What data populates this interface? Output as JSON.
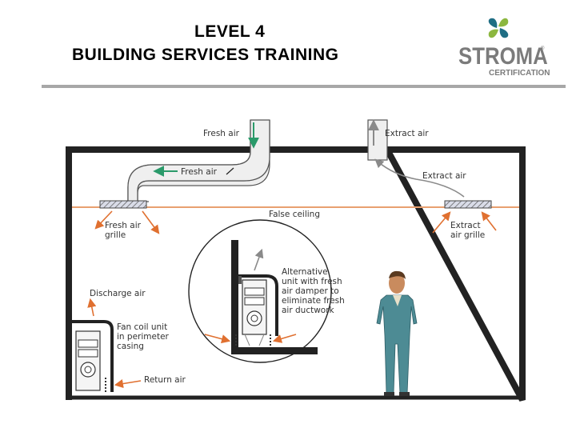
{
  "header": {
    "title_line1": "LEVEL 4",
    "title_line2": "BUILDING SERVICES TRAINING"
  },
  "logo": {
    "word": "STROMA",
    "trademark": "®",
    "subtitle": "CERTIFICATION",
    "icon": "stroma-pinwheel-icon",
    "colors": {
      "green": "#8cb73f",
      "teal": "#1f6e84",
      "grey": "#7b7b7b"
    }
  },
  "diagram": {
    "labels": {
      "fresh_air_in": "Fresh air",
      "extract_air_out": "Extract air",
      "fresh_air_duct": "Fresh air",
      "extract_air_room": "Extract air",
      "false_ceiling": "False ceiling",
      "fresh_air_grille": [
        "Fresh air",
        "grille"
      ],
      "extract_air_grille": [
        "Extract",
        "air grille"
      ],
      "discharge_air": "Discharge air",
      "fan_coil_unit": [
        "Fan coil unit",
        "in perimeter",
        "casing"
      ],
      "return_air": "Return air",
      "alternative_unit": [
        "Alternative",
        "unit with fresh",
        "air damper to",
        "eliminate fresh",
        "air ductwork"
      ]
    },
    "colors": {
      "walls": "#222222",
      "ceiling": "#e8a070",
      "arrow_orange": "#e07030",
      "arrow_green": "#2a9a6a",
      "duct": "#ececec",
      "person_suit": "#4d8b94"
    }
  }
}
